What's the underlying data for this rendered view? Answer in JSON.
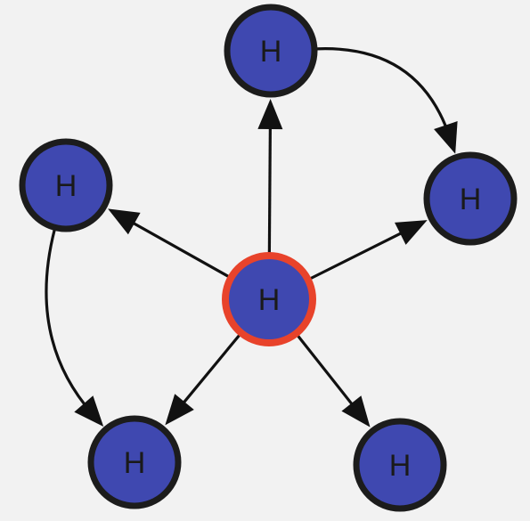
{
  "diagram": {
    "nodes": [
      {
        "id": "center",
        "label": "H",
        "role": "center",
        "border_color": "#e8432b",
        "fill_color": "#3f48b0"
      },
      {
        "id": "top",
        "label": "H",
        "role": "outer",
        "border_color": "#1c1c1c",
        "fill_color": "#3f48b0"
      },
      {
        "id": "right",
        "label": "H",
        "role": "outer",
        "border_color": "#1c1c1c",
        "fill_color": "#3f48b0"
      },
      {
        "id": "left",
        "label": "H",
        "role": "outer",
        "border_color": "#1c1c1c",
        "fill_color": "#3f48b0"
      },
      {
        "id": "bottom-left",
        "label": "H",
        "role": "outer",
        "border_color": "#1c1c1c",
        "fill_color": "#3f48b0"
      },
      {
        "id": "bottom-right",
        "label": "H",
        "role": "outer",
        "border_color": "#1c1c1c",
        "fill_color": "#3f48b0"
      }
    ],
    "edges": [
      {
        "from": "center",
        "to": "top",
        "style": "straight"
      },
      {
        "from": "center",
        "to": "right",
        "style": "straight"
      },
      {
        "from": "center",
        "to": "left",
        "style": "straight"
      },
      {
        "from": "center",
        "to": "bottom-left",
        "style": "straight"
      },
      {
        "from": "center",
        "to": "bottom-right",
        "style": "straight"
      },
      {
        "from": "top",
        "to": "right",
        "style": "curved"
      },
      {
        "from": "left",
        "to": "bottom-left",
        "style": "curved"
      }
    ],
    "colors": {
      "background": "#f2f2f2",
      "arrow": "#111111",
      "label": "#1a1a1a"
    }
  }
}
